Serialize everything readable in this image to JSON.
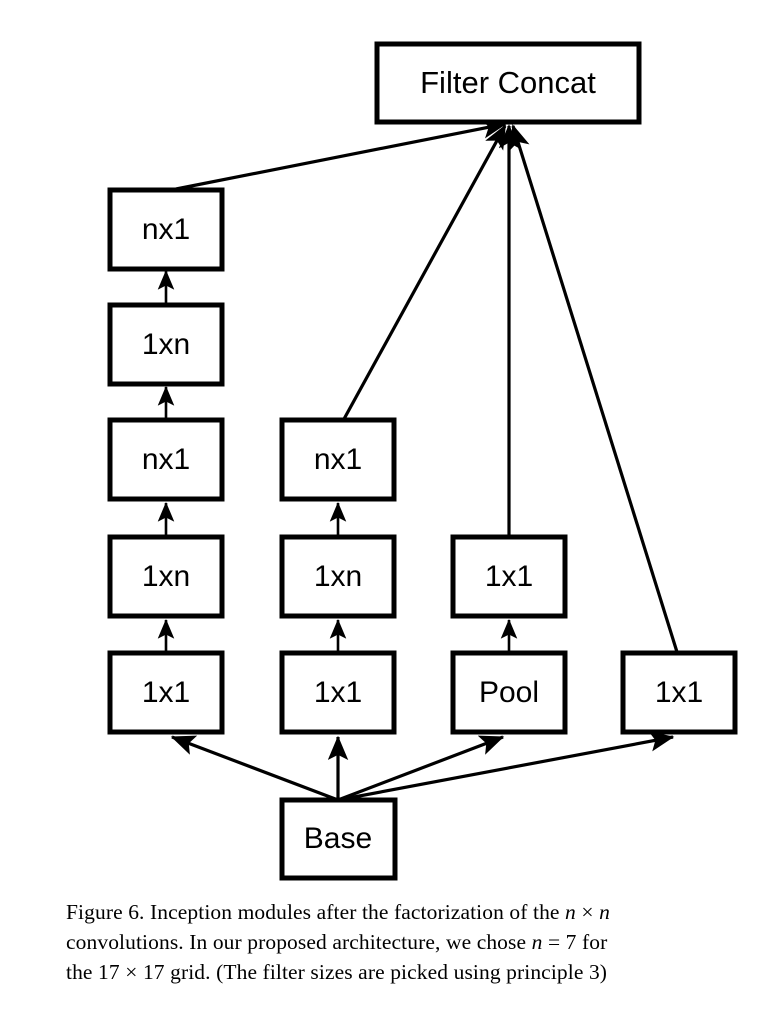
{
  "figure": {
    "id": "figure-6",
    "diagram_type": "inception-module-block-diagram",
    "nodes": {
      "filter_concat": "Filter Concat",
      "col1": [
        "nx1",
        "1xn",
        "nx1",
        "1xn",
        "1x1"
      ],
      "col2": [
        "nx1",
        "1xn",
        "1x1"
      ],
      "col3": [
        "1x1",
        "Pool"
      ],
      "col4": [
        "1x1"
      ],
      "base": "Base"
    },
    "colors": {
      "stroke": "#000000",
      "fill": "#ffffff",
      "background": "#ffffff"
    }
  },
  "caption": {
    "line1_a": "Figure 6. Inception modules after the factorization of the ",
    "line1_n1": "n",
    "line1_times": " × ",
    "line1_n2": "n",
    "line2_a": "convolutions.  In our proposed architecture, we chose ",
    "line2_n": "n",
    "line2_eq": " = 7 for",
    "line3_a": "the ",
    "line3_num1": "17",
    "line3_times": " × ",
    "line3_num2": "17",
    "line3_b": " grid. (The filter sizes are picked using principle 3)"
  }
}
